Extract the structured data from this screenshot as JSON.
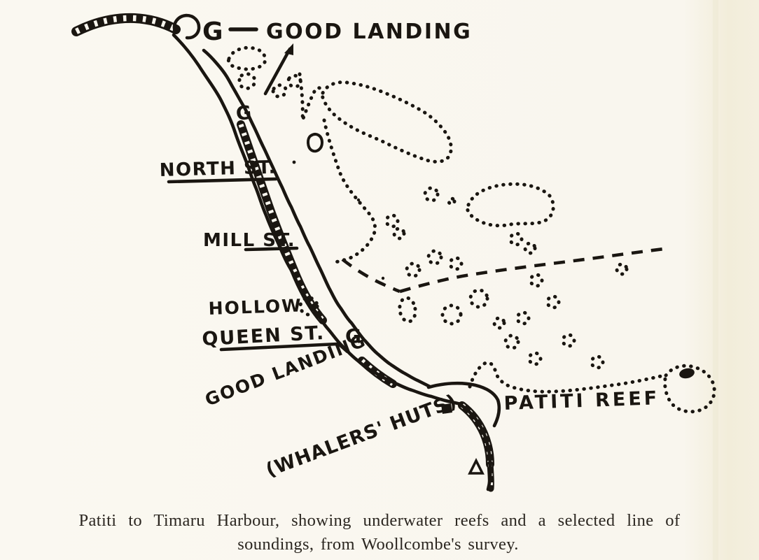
{
  "figure": {
    "legend": {
      "g_symbol": "G",
      "dash": "—",
      "label": "GOOD LANDING"
    },
    "markers": {
      "g_north_beach": "G",
      "g_queen_beach": "G"
    },
    "streets": {
      "north": "NORTH ST.",
      "mill": "MILL ST.",
      "hollow": "HOLLOW",
      "queen": "QUEEN ST."
    },
    "annotations": {
      "good_landing_shore": "GOOD LANDING",
      "whalers_huts": "(WHALERS' HUTS)",
      "patiti_reef": "PATITI REEF"
    },
    "colors": {
      "ink": "#1a1611",
      "paper": "#f9f6ee",
      "paper_edge": "#f2edda"
    }
  },
  "caption": {
    "line1": "Patiti to Timaru Harbour, showing underwater reefs and a selected line of",
    "line2": "soundings, from Woollcombe's survey."
  }
}
